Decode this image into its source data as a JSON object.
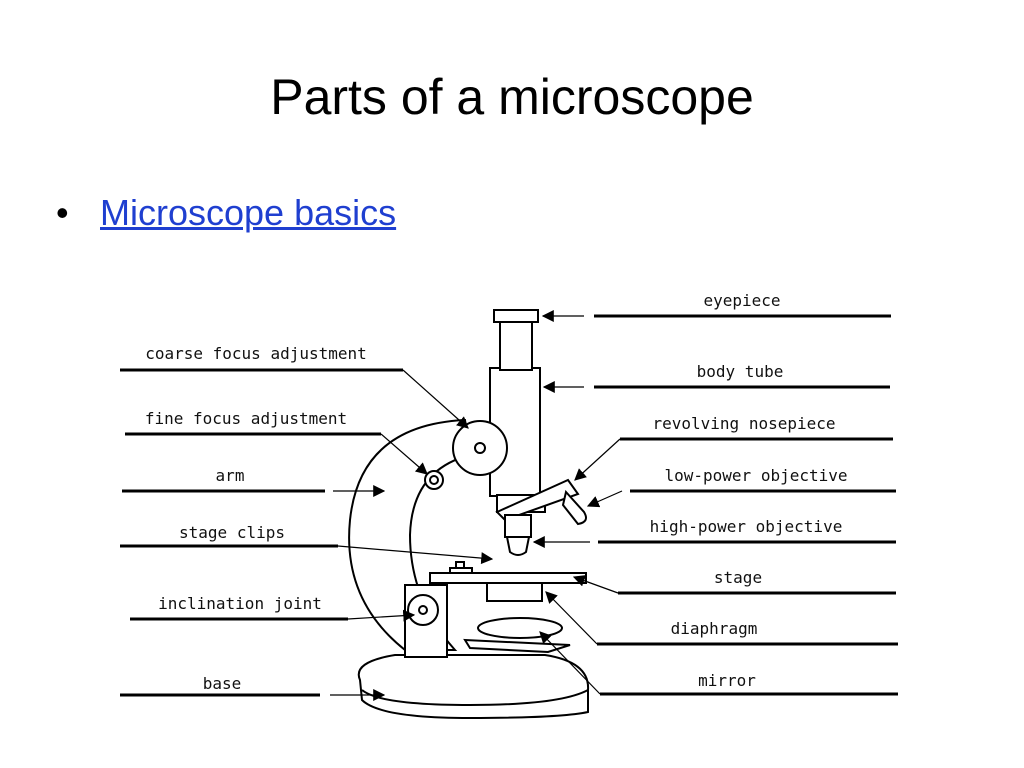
{
  "slide": {
    "title": "Parts of a microscope",
    "bullet": "•",
    "link_text": "Microscope basics"
  },
  "diagram": {
    "labels_left": [
      "coarse focus adjustment",
      "fine focus adjustment",
      "arm",
      "stage clips",
      "inclination joint",
      "base"
    ],
    "labels_right": [
      "eyepiece",
      "body tube",
      "revolving nosepiece",
      "low-power objective",
      "high-power objective",
      "stage",
      "diaphragm",
      "mirror"
    ]
  }
}
